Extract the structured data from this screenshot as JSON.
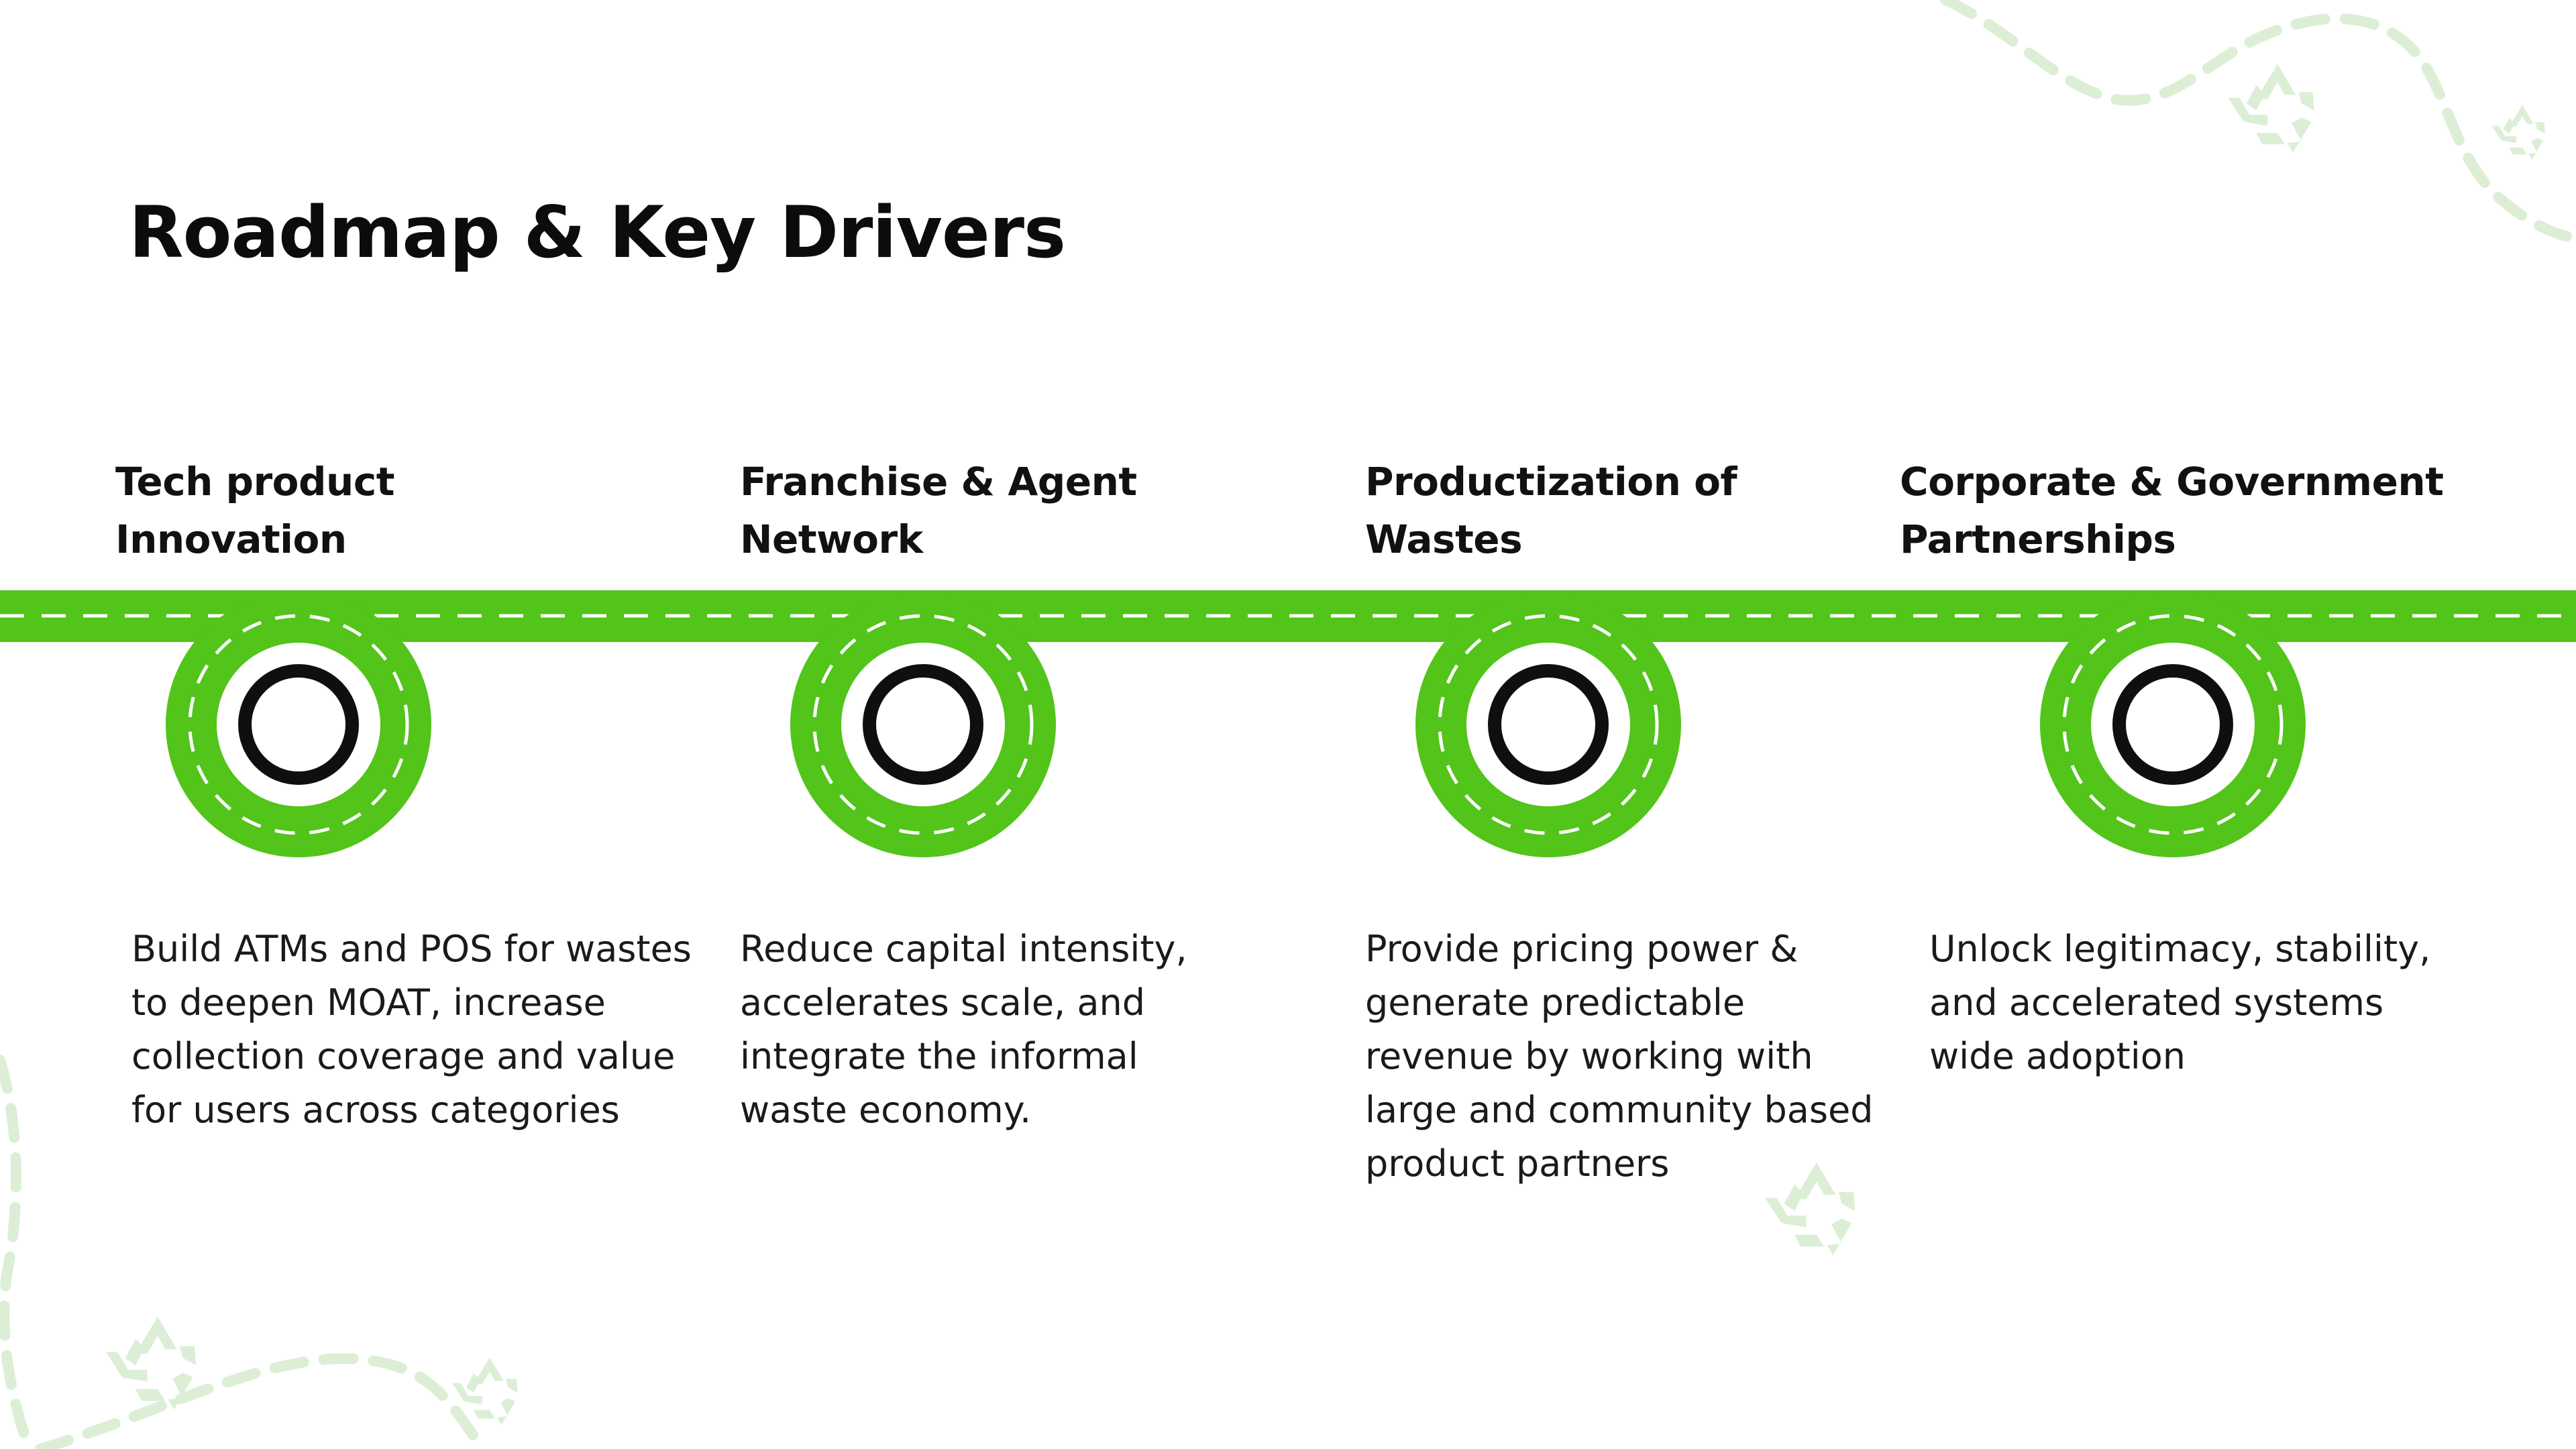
{
  "title": "Roadmap & Key Drivers",
  "colors": {
    "accent": "#52c41a",
    "dash": "#ffffff",
    "node_ring": "#0f0f0f",
    "decor": "#dcefd6",
    "text": "#111111"
  },
  "decor_icon": "recycle-icon",
  "drivers": [
    {
      "heading_line1": "Tech product",
      "heading_line2": "Innovation",
      "desc_lines": [
        "Build ATMs and POS for wastes",
        "to deepen MOAT, increase",
        "collection coverage and value",
        "for  users across categories"
      ]
    },
    {
      "heading_line1": "Franchise & Agent",
      "heading_line2": "Network",
      "desc_lines": [
        "Reduce capital intensity,",
        "accelerates scale, and",
        "integrate the informal",
        "waste economy."
      ]
    },
    {
      "heading_line1": "Productization of",
      "heading_line2": "Wastes",
      "desc_lines": [
        "Provide pricing power &",
        "generate predictable",
        "revenue by working with",
        "large and community based",
        "product partners"
      ]
    },
    {
      "heading_line1": "Corporate & Government",
      "heading_line2": "Partnerships",
      "desc_lines": [
        "Unlock legitimacy, stability,",
        "and accelerated systems",
        "wide adoption"
      ]
    }
  ]
}
